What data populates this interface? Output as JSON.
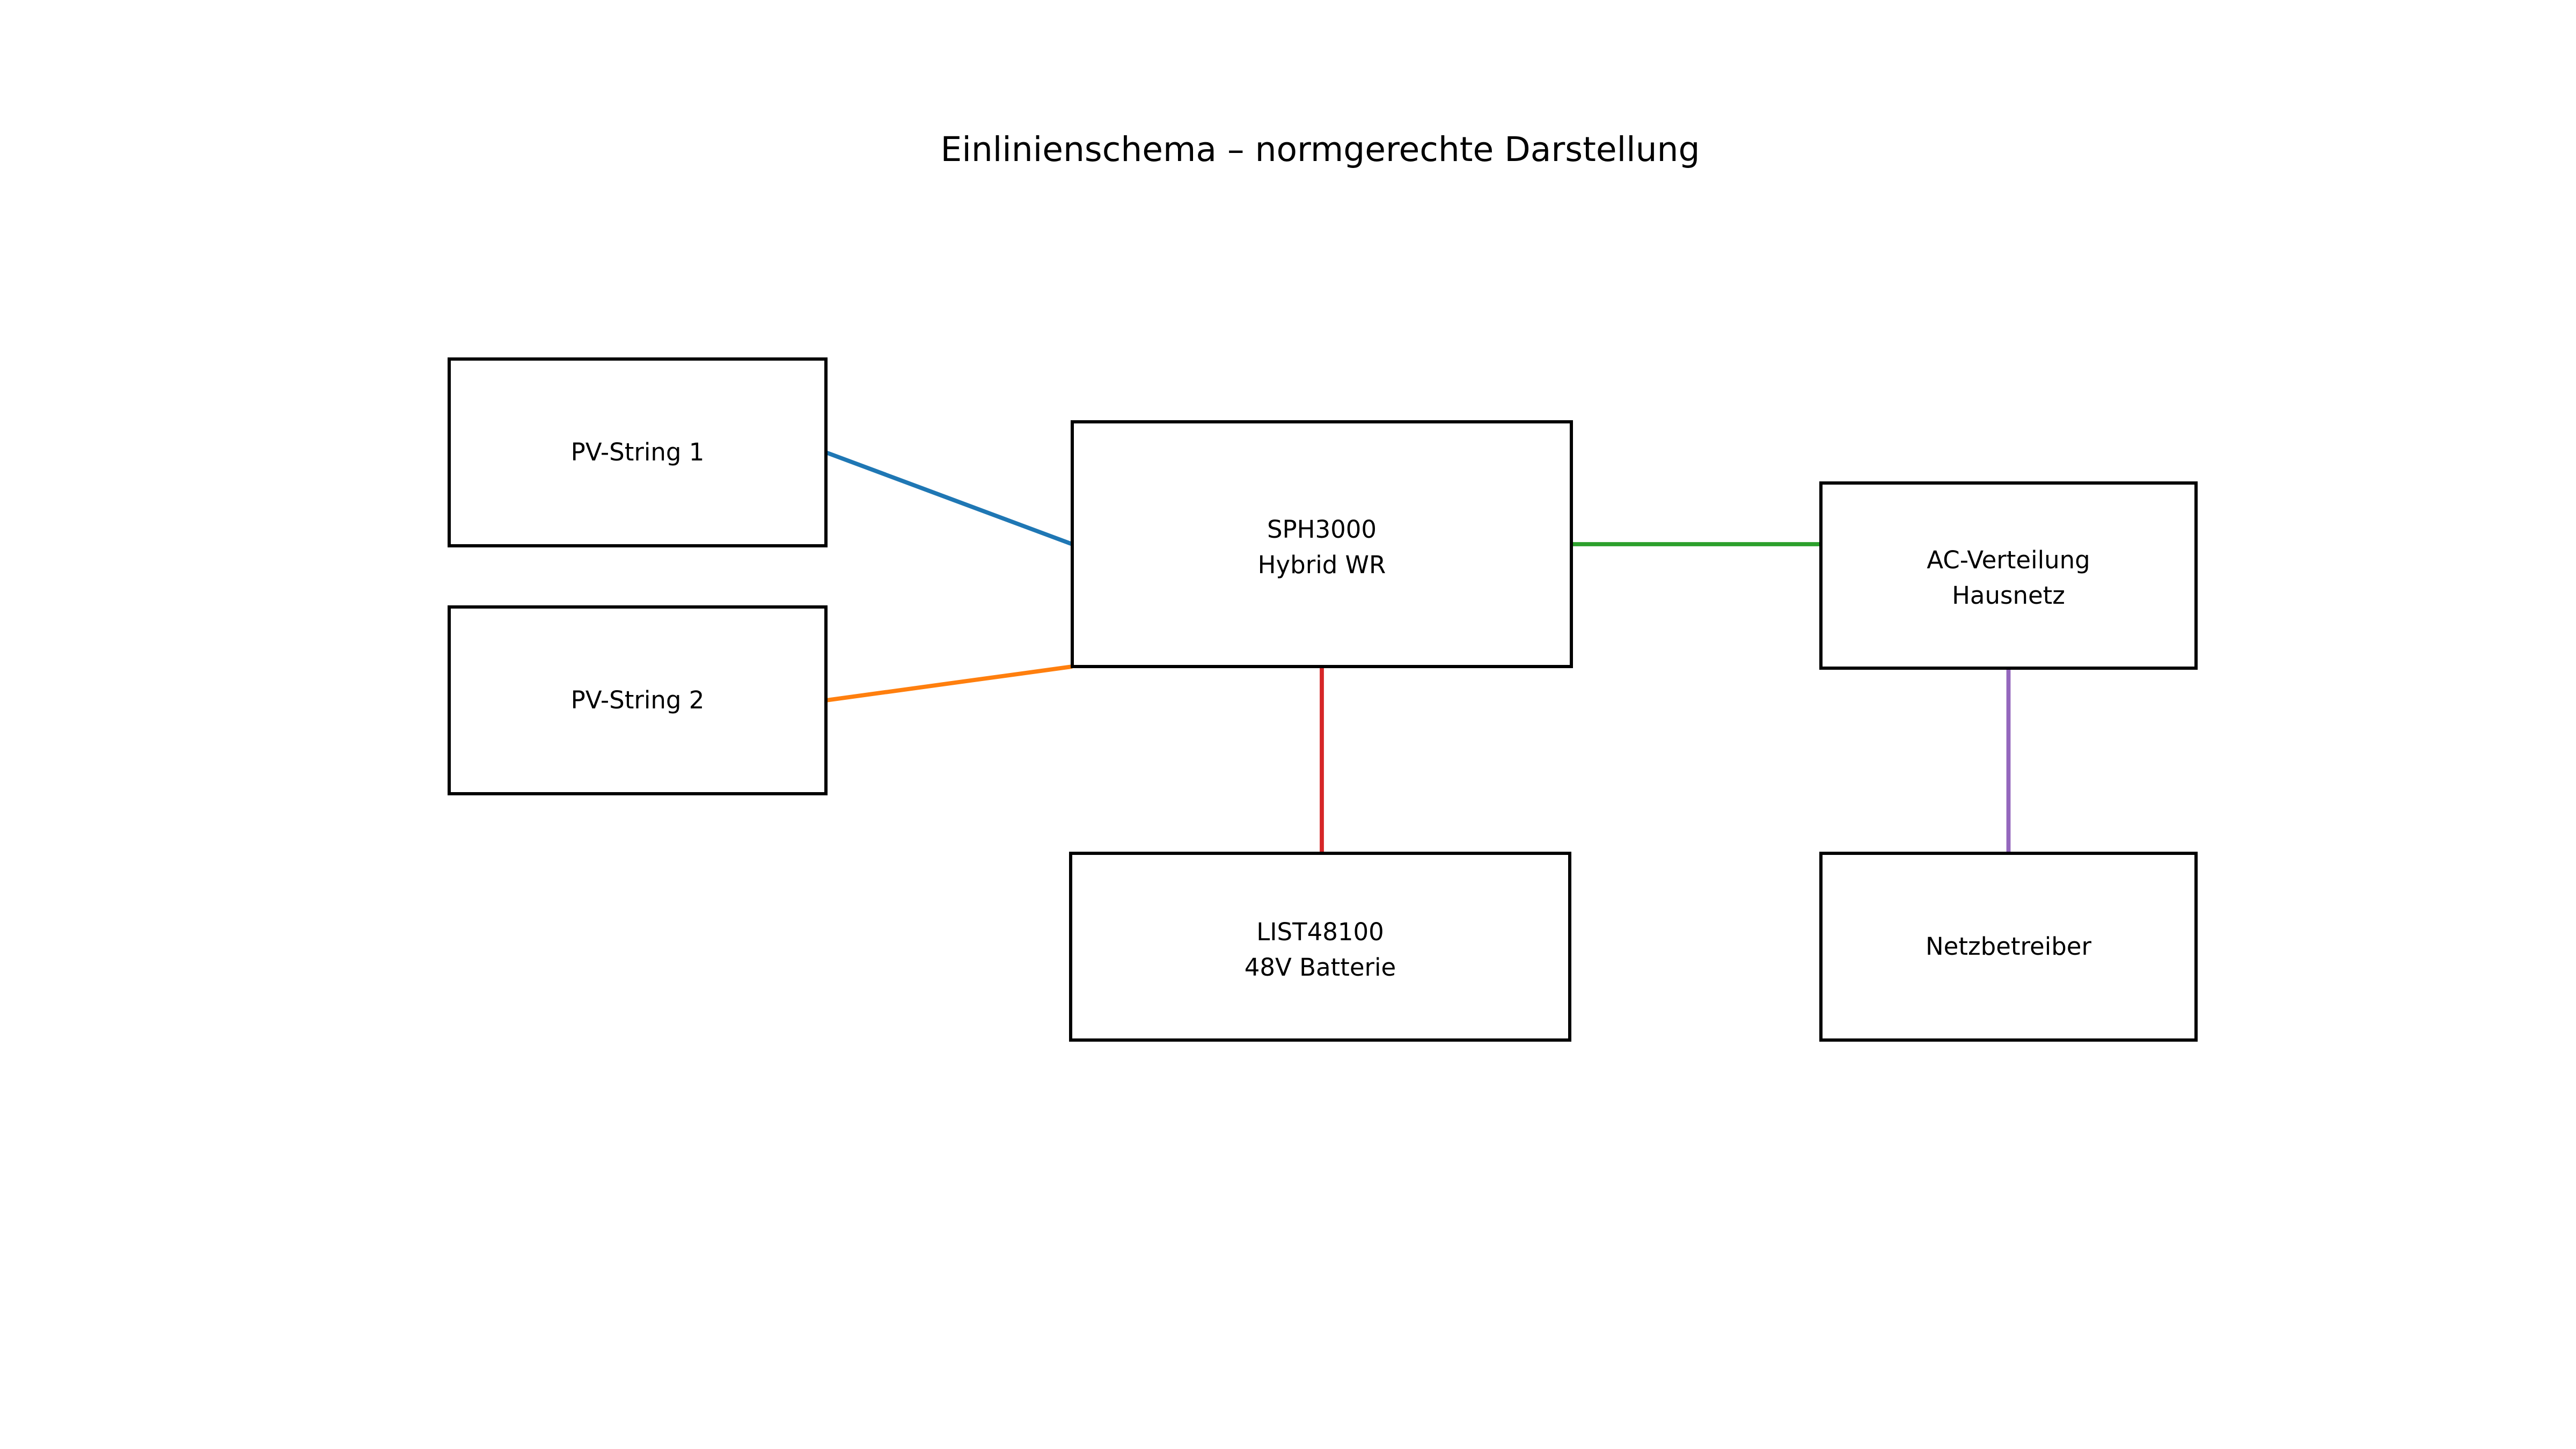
{
  "title": "Einlinienschema – normgerechte Darstellung",
  "colors": {
    "background": "#ffffff",
    "box_border": "#000000",
    "text": "#000000",
    "pv1_dc_line": "#1f77b4",
    "pv2_dc_line": "#ff7f0e",
    "ac_out_line": "#2ca02c",
    "battery_dc_line": "#d62728",
    "grid_line": "#9467bd"
  },
  "nodes": {
    "pv1": {
      "label": "PV-String 1"
    },
    "pv2": {
      "label": "PV-String 2"
    },
    "inverter": {
      "line1": "SPH3000",
      "line2": "Hybrid WR"
    },
    "ac_distribution": {
      "line1": "AC-Verteilung",
      "line2": "Hausnetz"
    },
    "battery": {
      "line1": "LIST48100",
      "line2": "48V Batterie"
    },
    "grid": {
      "label": "Netzbetreiber"
    }
  },
  "connections": [
    {
      "from": "PV-String 1",
      "to": "SPH3000 Hybrid WR",
      "color": "#1f77b4"
    },
    {
      "from": "PV-String 2",
      "to": "SPH3000 Hybrid WR",
      "color": "#ff7f0e"
    },
    {
      "from": "SPH3000 Hybrid WR",
      "to": "AC-Verteilung Hausnetz",
      "color": "#2ca02c"
    },
    {
      "from": "SPH3000 Hybrid WR",
      "to": "LIST48100 48V Batterie",
      "color": "#d62728"
    },
    {
      "from": "AC-Verteilung Hausnetz",
      "to": "Netzbetreiber",
      "color": "#9467bd"
    }
  ]
}
